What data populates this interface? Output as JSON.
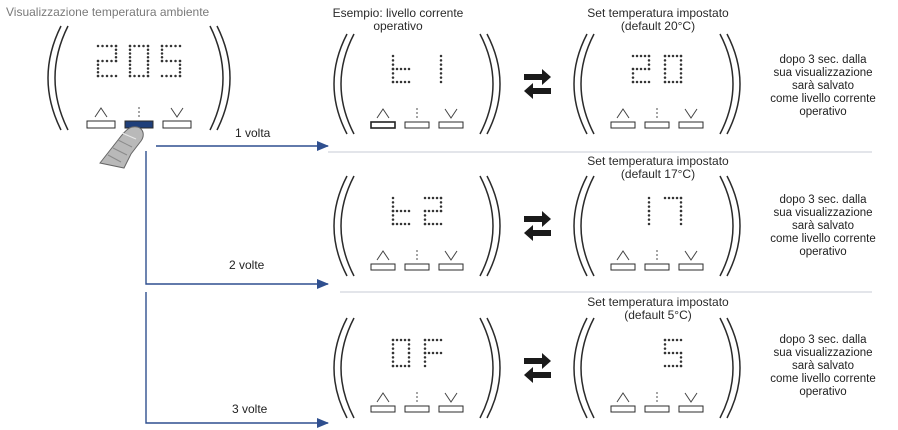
{
  "main": {
    "title": "Visualizzazione temperatura ambiente",
    "main_display": [
      "20",
      "s"
    ]
  },
  "rows": [
    {
      "press_label": "1 volta",
      "current": {
        "caption": [
          "Esempio: livello corrente",
          "operativo"
        ],
        "display": [
          "t",
          "1"
        ]
      },
      "setpoint": {
        "caption": [
          "Set temperatura impostato",
          "(default 20°C)"
        ],
        "display": [
          "2",
          "0"
        ]
      },
      "note": [
        "dopo 3 sec. dalla",
        "sua visualizzazione",
        "sarà salvato",
        "come livello corrente",
        "operativo"
      ]
    },
    {
      "press_label": "2 volte",
      "current": {
        "caption": [],
        "display": [
          "t",
          "2"
        ]
      },
      "setpoint": {
        "caption": [
          "Set temperatura impostato",
          "(default 17°C)"
        ],
        "display": [
          "1",
          "7"
        ]
      },
      "note": [
        "dopo 3 sec. dalla",
        "sua visualizzazione",
        "sarà salvato",
        "come livello corrente",
        "operativo"
      ]
    },
    {
      "press_label": "3 volte",
      "current": {
        "caption": [],
        "display": [
          "O",
          "F"
        ]
      },
      "setpoint": {
        "caption": [
          "Set temperatura impostato",
          "(default 5°C)"
        ],
        "display": [
          "",
          "5"
        ]
      },
      "note": [
        "dopo 3 sec. dalla",
        "sua visualizzazione",
        "sarà salvato",
        "come livello corrente",
        "operativo"
      ]
    }
  ],
  "colors": {
    "arrow_line": "#2f4f8f",
    "display_dots": "#333333",
    "bezel": "#2b2b2b",
    "separator": "#c7cbd6",
    "pressed_button": "#1f3f7a"
  },
  "icons": {
    "up_button": "caret-up-icon",
    "mode_button": "vertical-dots-icon",
    "down_button": "caret-down-icon",
    "exchange": "swap-arrows-icon",
    "finger": "finger-press-icon"
  }
}
